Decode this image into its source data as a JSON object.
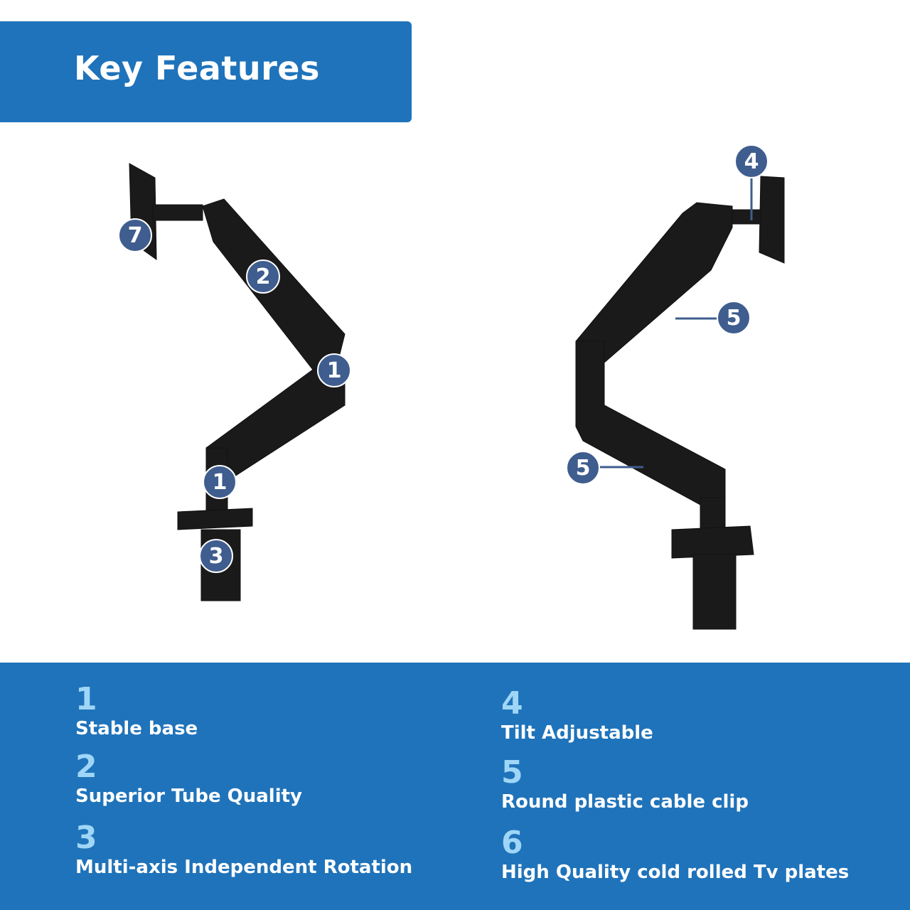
{
  "header": {
    "title": "Key Features"
  },
  "colors": {
    "brand_blue": "#1f73ba",
    "number_blue": "#9fd6f7",
    "badge": "#3f5d8e"
  },
  "callouts_left": [
    "7",
    "2",
    "1",
    "1",
    "3"
  ],
  "callouts_right": [
    "4",
    "5",
    "5"
  ],
  "features": [
    {
      "num": "1",
      "label": "Stable base"
    },
    {
      "num": "2",
      "label": "Superior Tube Quality"
    },
    {
      "num": "3",
      "label": "Multi-axis Independent Rotation"
    },
    {
      "num": "4",
      "label": "Tilt Adjustable"
    },
    {
      "num": "5",
      "label": "Round plastic cable clip"
    },
    {
      "num": "6",
      "label": "High Quality cold rolled Tv plates"
    }
  ]
}
